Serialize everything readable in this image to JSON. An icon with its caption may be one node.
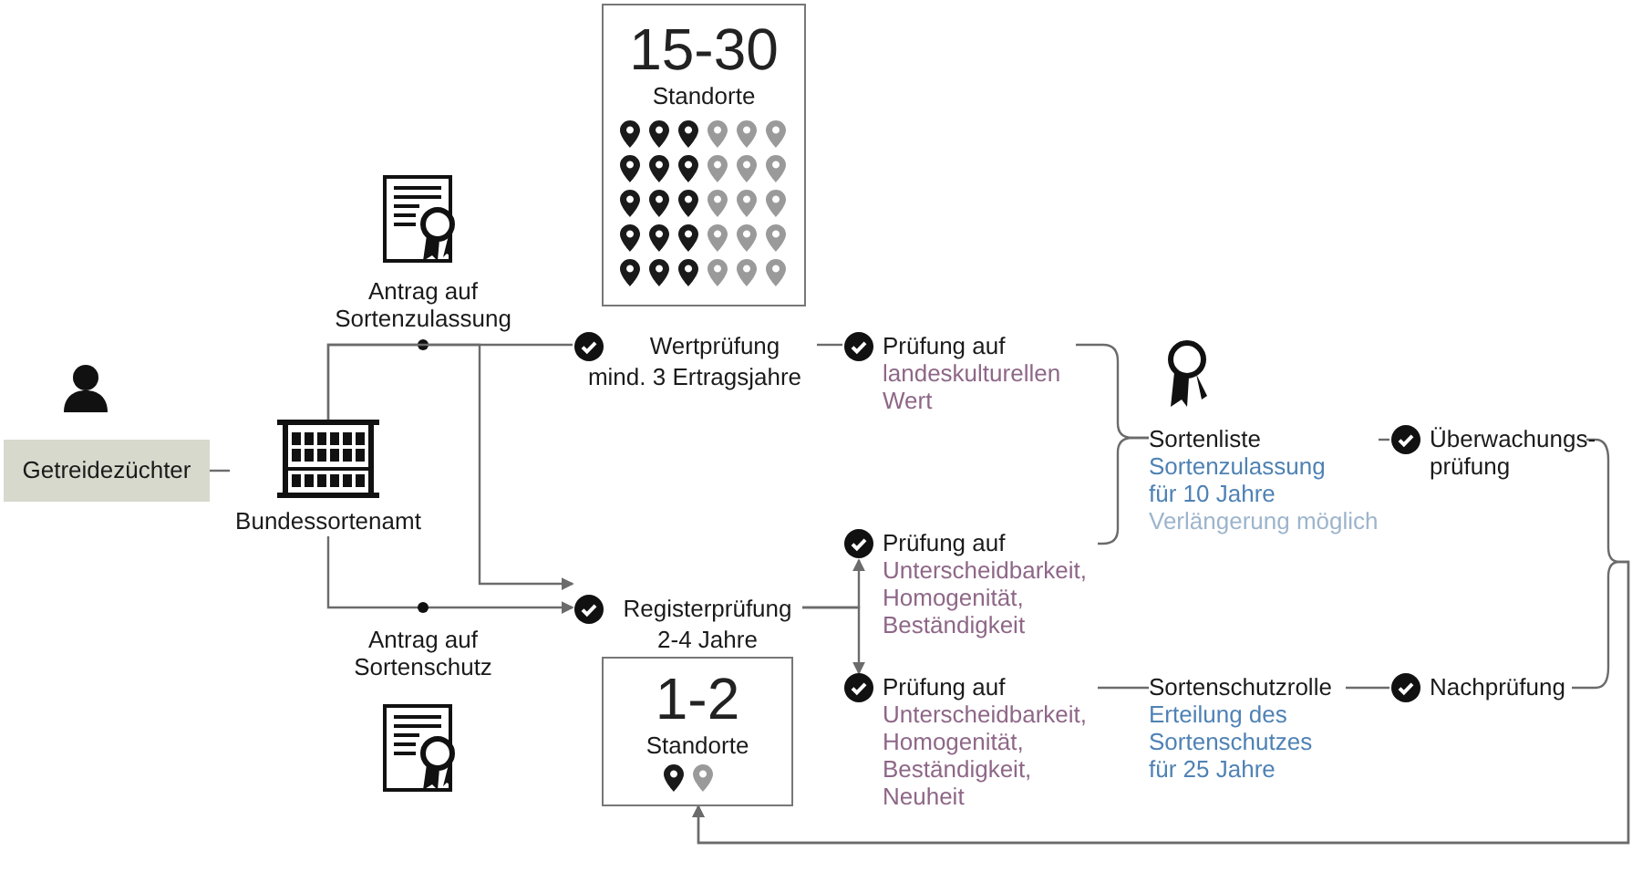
{
  "diagram": {
    "nodes": [
      {
        "text": [
          "Getreidezüchter"
        ]
      },
      {
        "text": [
          "Bundessortenamt"
        ]
      },
      {
        "text": [
          "15-30",
          "Standorte"
        ]
      },
      {
        "text": [
          "Wertprüfung",
          "mind. 3 Ertragsjahre"
        ]
      },
      {
        "text": [
          "Prüfung auf",
          "landeskulturellen Wert"
        ]
      },
      {
        "text": [
          "Registerprüfung",
          "2-4 Jahre"
        ]
      },
      {
        "text": [
          "1-2",
          "Standorte"
        ]
      },
      {
        "text": [
          "Prüfung auf",
          "Unterscheidbarkeit, Homogenität, Beständigkeit"
        ]
      },
      {
        "text": [
          "Prüfung auf",
          "Unterscheidbarkeit, Homogenität, Beständigkeit, Neuheit"
        ]
      },
      {
        "text": [
          "Sortenliste",
          "Sortenzulassung für 10 Jahre",
          "Verlängerung möglich"
        ]
      },
      {
        "text": [
          "Überwachungs- prüfung"
        ]
      },
      {
        "text": [
          "Sortenschutzrolle",
          "Erteilung des Sortenschutzes für 25 Jahre"
        ]
      },
      {
        "text": [
          "Nachprüfung"
        ]
      }
    ],
    "edges": [
      {
        "from": 0,
        "to": 1,
        "arrow": "none"
      },
      {
        "from": 1,
        "to": 3,
        "arrow": "none",
        "label": "Antrag auf Sortenzulassung"
      },
      {
        "from": 1,
        "to": 5,
        "arrow": "to"
      },
      {
        "from": 1,
        "to": 5,
        "arrow": "to",
        "label": "Antrag auf Sortenschutz"
      },
      {
        "from": 3,
        "to": 4,
        "arrow": "none"
      },
      {
        "from": 5,
        "to": 7,
        "arrow": "to"
      },
      {
        "from": 5,
        "to": 8,
        "arrow": "to"
      },
      {
        "from": 4,
        "to": 9,
        "arrow": "none"
      },
      {
        "from": 7,
        "to": 9,
        "arrow": "none"
      },
      {
        "from": 8,
        "to": 11,
        "arrow": "none"
      },
      {
        "from": 9,
        "to": 10,
        "arrow": "none"
      },
      {
        "from": 11,
        "to": 12,
        "arrow": "none"
      },
      {
        "from": 10,
        "to": 6,
        "arrow": "to"
      },
      {
        "from": 12,
        "to": 6,
        "arrow": "to"
      }
    ]
  }
}
